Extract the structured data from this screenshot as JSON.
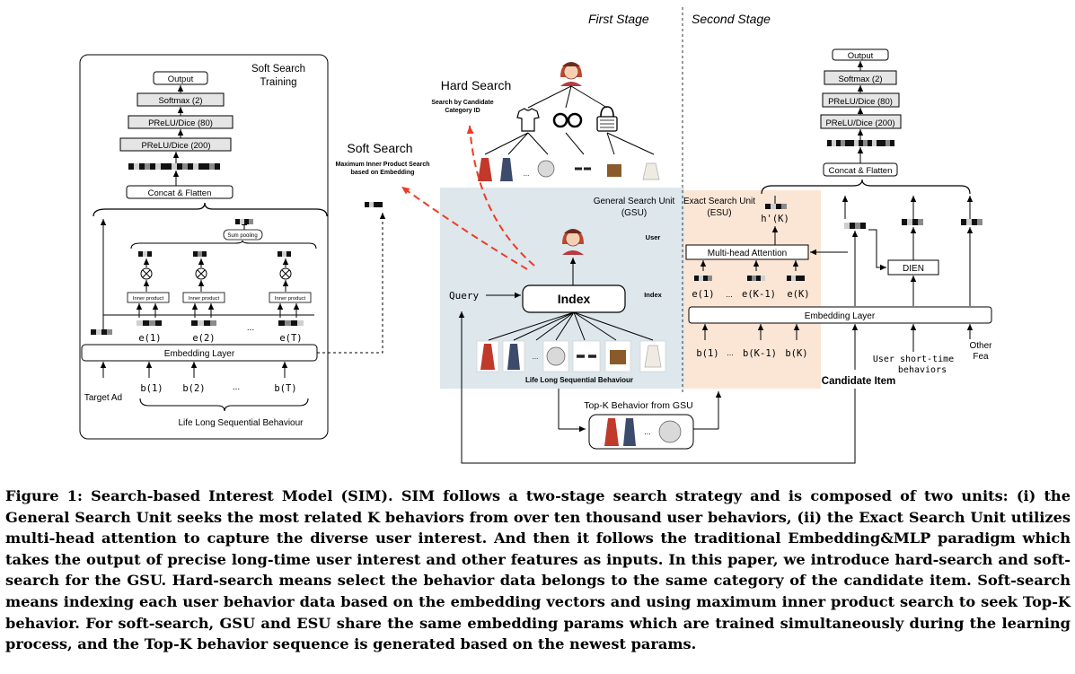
{
  "stages": {
    "first": "First Stage",
    "second": "Second Stage"
  },
  "soft_training": {
    "title_1": "Soft Search",
    "title_2": "Training",
    "output": "Output",
    "softmax": "Softmax (2)",
    "prelu_80": "PReLU/Dice (80)",
    "prelu_200": "PReLU/Dice (200)",
    "concat": "Concat & Flatten",
    "sum_pooling": "Sum pooling",
    "inner_product": "Inner product",
    "embedding_layer": "Embedding Layer",
    "e1": "e(1)",
    "e2": "e(2)",
    "eT": "e(T)",
    "dots": "...",
    "b1": "b(1)",
    "b2": "b(2)",
    "bT": "b(T)",
    "target_ad": "Target Ad",
    "lifelong": "Life Long Sequential Behaviour"
  },
  "hard_search": {
    "title": "Hard Search",
    "sub_1": "Search by Candidate",
    "sub_2": "Category ID"
  },
  "soft_search": {
    "title": "Soft Search",
    "sub_1": "Maximum Inner Product Search",
    "sub_2": "based on Embedding"
  },
  "gsu": {
    "title_1": "General Search Unit",
    "title_2": "(GSU)",
    "user": "User",
    "index_side": "Index",
    "query": "Query",
    "index_box": "Index",
    "lifelong": "Life Long Sequential Behaviour",
    "dots": "..."
  },
  "topk": {
    "label": "Top-K Behavior from GSU",
    "dots": "..."
  },
  "esu": {
    "title_1": "Exact Search Unit",
    "title_2": "(ESU)",
    "hk": "h'(K)",
    "mha": "Multi-head Attention",
    "e1": "e(1)",
    "dots": "...",
    "eK1": "e(K-1)",
    "eK": "e(K)",
    "b1": "b(1)",
    "bK1": "b(K-1)",
    "bK": "b(K)"
  },
  "second": {
    "output": "Output",
    "softmax": "Softmax (2)",
    "prelu_80": "PReLU/Dice (80)",
    "prelu_200": "PReLU/Dice (200)",
    "concat": "Concat & Flatten",
    "dien": "DIEN",
    "embedding_layer": "Embedding Layer",
    "user_st_1": "User short-time",
    "user_st_2": "behaviors",
    "other_1": "Other",
    "other_2": "Fea",
    "candidate": "Candidate Item"
  },
  "colors": {
    "gsu_bg": "#dde7ec",
    "esu_bg": "#fbe6d6",
    "red_arrow": "#ef3b24",
    "emb_dark": "#111111",
    "emb_mid": "#8a8a8a",
    "emb_light": "#cfcfcf"
  },
  "caption": "Figure 1: Search-based Interest Model (SIM). SIM follows a two-stage search strategy and is composed of two units: (i) the General Search Unit seeks the most related K behaviors from over ten thousand user behaviors, (ii) the Exact Search Unit utilizes multi-head attention to capture the diverse user interest. And then it follows the traditional Embedding&MLP paradigm which takes the output of precise long-time user interest and other features as inputs. In this paper, we introduce hard-search and soft-search for the GSU. Hard-search means select the behavior data belongs to the same category of the candidate item. Soft-search means indexing each user behavior data based on the embedding vectors and using maximum inner product search to seek Top-K behavior. For soft-search, GSU and ESU share the same embedding params which are trained simultaneously during the learning process, and the Top-K behavior sequence is generated based on the newest params."
}
